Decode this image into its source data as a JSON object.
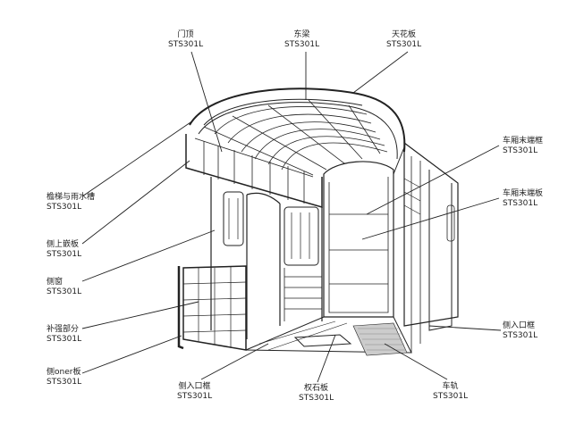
{
  "labels": {
    "men_ding": {
      "text": "门顶",
      "material": "STS301L"
    },
    "dong_liang": {
      "text": "东梁",
      "material": "STS301L"
    },
    "tian_hua_ban": {
      "text": "天花板",
      "material": "STS301L"
    },
    "che_xiang_mo_duan_kuang": {
      "text": "车厢末端框",
      "material": "STS301L"
    },
    "che_xiang_mo_duan_ban": {
      "text": "车厢末端板",
      "material": "STS301L"
    },
    "yan_ti_yu_shui_cao": {
      "text": "檐梯与雨水槽",
      "material": "STS301L"
    },
    "ce_shang_qian_ban": {
      "text": "侧上嵌板",
      "material": "STS301L"
    },
    "ce_chuang": {
      "text": "侧窗",
      "material": "STS301L"
    },
    "bu_qiang_bu_fen": {
      "text": "补强部分",
      "material": "STS301L"
    },
    "ce_corner_ban": {
      "text": "侧oner板",
      "material": "STS301L"
    },
    "ce_ru_kou_kuang_bottom": {
      "text": "侧入口框",
      "material": "STS301L"
    },
    "qi_shi_ban": {
      "text": "权石板",
      "material": "STS301L"
    },
    "che_gui": {
      "text": "车轨",
      "material": "STS301L"
    },
    "ce_ru_kou_kuang_right": {
      "text": "侧入口框",
      "material": "STS301L"
    }
  }
}
